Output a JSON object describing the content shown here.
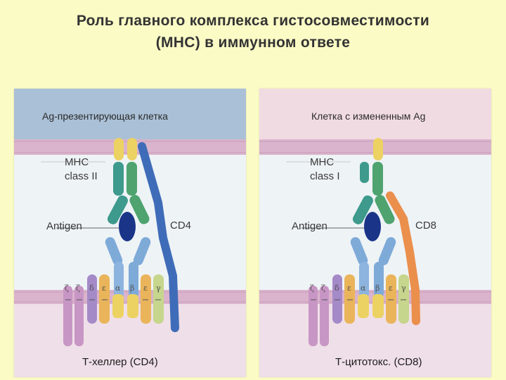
{
  "title": {
    "line1": "Роль главного комплекса гистосовместимости",
    "line2": "(МНС) в иммунном ответе"
  },
  "colors": {
    "background": "#fbfbc6",
    "apc_cell": "#aac0d6",
    "target_cell": "#f1dbe2",
    "membrane": "#dab4cc",
    "t_cell": "#efdfe8",
    "mhc_alpha_top": "#ecd263",
    "mhc_teal": "#3d9a8c",
    "mhc_green": "#4ea36f",
    "antigen": "#1a3588",
    "tcr": "#7eaad8",
    "cd4": "#3f6cb8",
    "cd8": "#ea8f4c"
  },
  "left": {
    "cell_label": "Ag-презентирующая клетка",
    "mhc_line1": "MHC",
    "mhc_line2": "class II",
    "antigen_label": "Antigen",
    "coreceptor_label": "CD4",
    "bottom_label": "Т-хеллер (CD4)"
  },
  "right": {
    "cell_label": "Клетка с измененным Ag",
    "mhc_line1": "MHC",
    "mhc_line2": "class I",
    "antigen_label": "Antigen",
    "coreceptor_label": "CD8",
    "bottom_label": "Т-цитотокс. (CD8)"
  },
  "cd3_chains": [
    "ζ",
    "ζ",
    "δ",
    "ε",
    "α",
    "β",
    "ε",
    "γ"
  ]
}
